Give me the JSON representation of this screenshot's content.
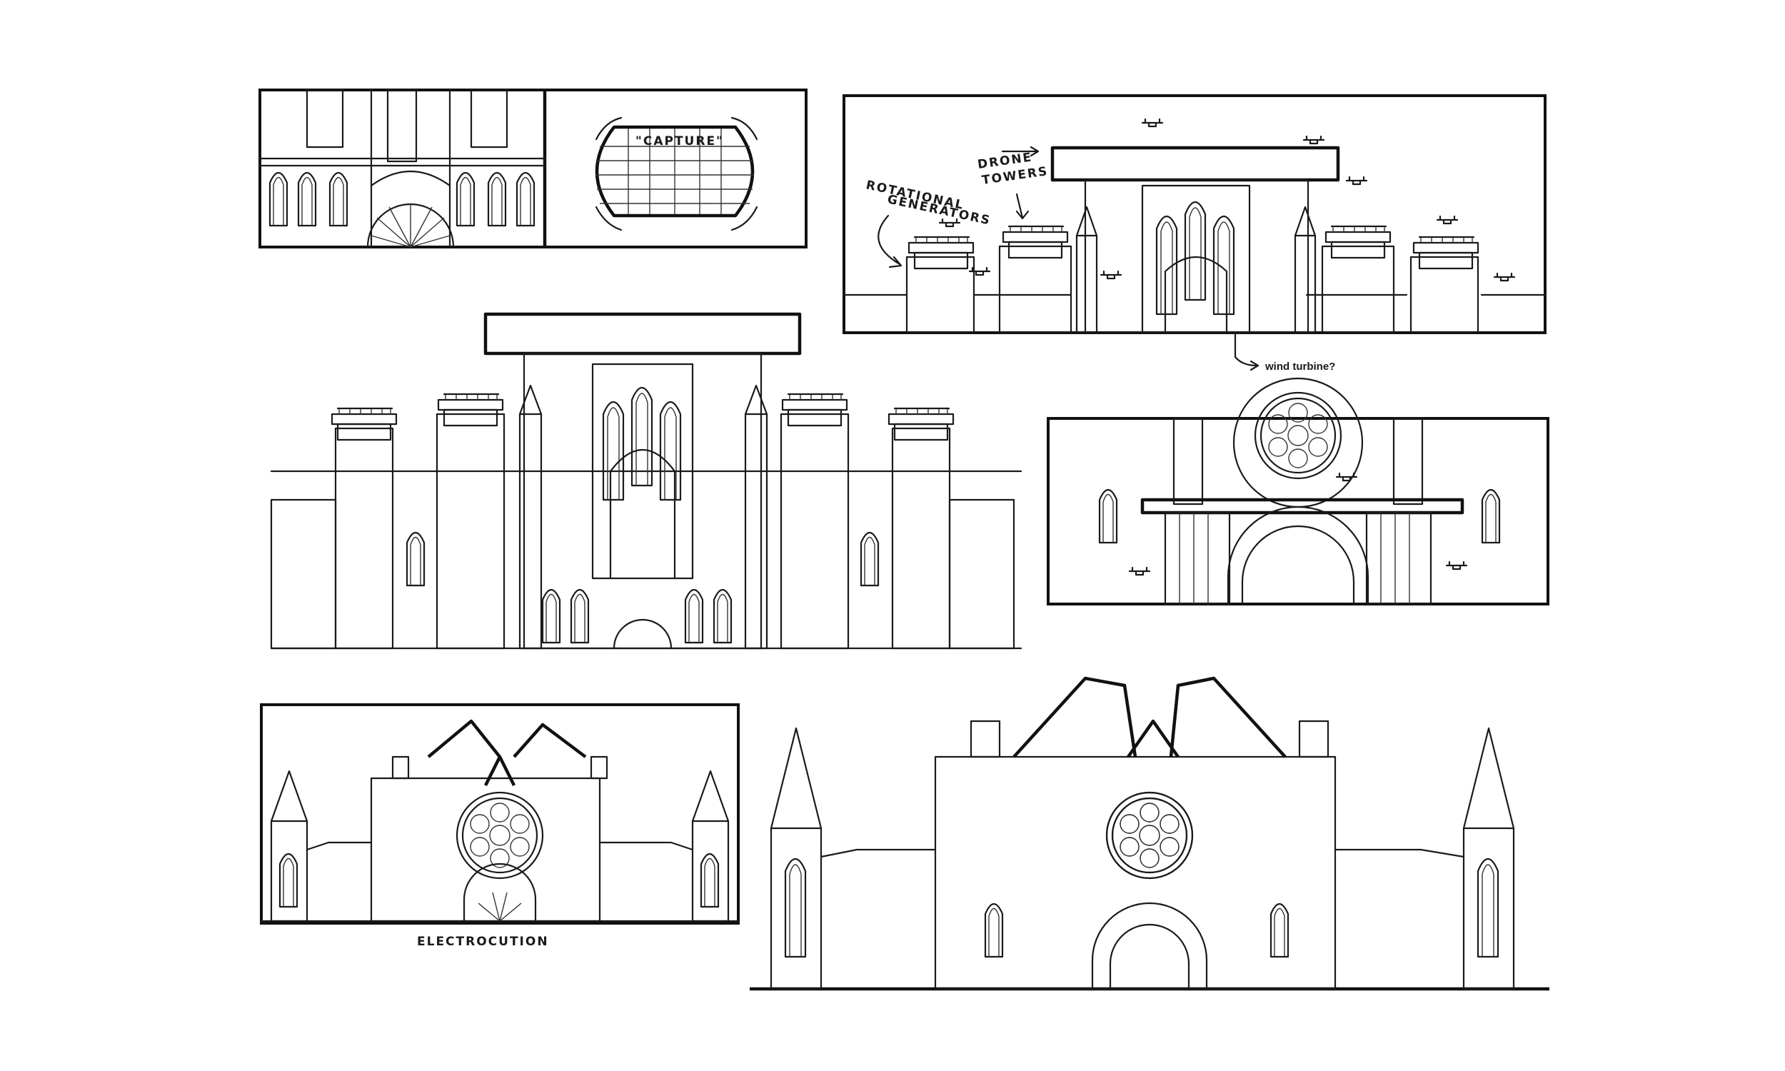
{
  "annotations": {
    "capture": "\"CAPTURE\"",
    "rotational_line1": "ROTATIONAL",
    "rotational_line2": "GENERATORS",
    "drone_line1": "DRONE",
    "drone_line2": "TOWERS",
    "wind_turbine": "wind turbine?",
    "electrocution": "ELECTROCUTION"
  },
  "colors": {
    "ink": "#1a1a1a",
    "paper": "#ffffff"
  }
}
